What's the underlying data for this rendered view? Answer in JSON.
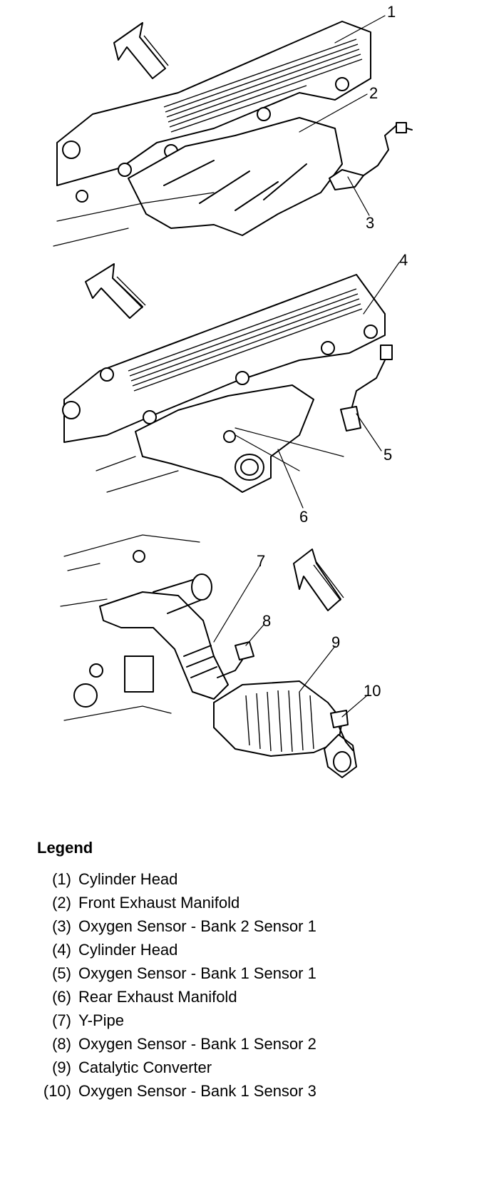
{
  "diagram": {
    "callouts": [
      "1",
      "2",
      "3",
      "4",
      "5",
      "6",
      "7",
      "8",
      "9",
      "10"
    ]
  },
  "legend": {
    "title": "Legend",
    "items": [
      {
        "num": "(1)",
        "label": "Cylinder Head"
      },
      {
        "num": "(2)",
        "label": "Front Exhaust Manifold"
      },
      {
        "num": "(3)",
        "label": "Oxygen Sensor - Bank 2 Sensor 1"
      },
      {
        "num": "(4)",
        "label": "Cylinder Head"
      },
      {
        "num": "(5)",
        "label": "Oxygen Sensor - Bank 1 Sensor 1"
      },
      {
        "num": "(6)",
        "label": "Rear Exhaust Manifold"
      },
      {
        "num": "(7)",
        "label": "Y-Pipe"
      },
      {
        "num": "(8)",
        "label": "Oxygen Sensor - Bank 1 Sensor 2"
      },
      {
        "num": "(9)",
        "label": "Catalytic Converter"
      },
      {
        "num": "(10)",
        "label": "Oxygen Sensor - Bank 1 Sensor 3"
      }
    ]
  }
}
